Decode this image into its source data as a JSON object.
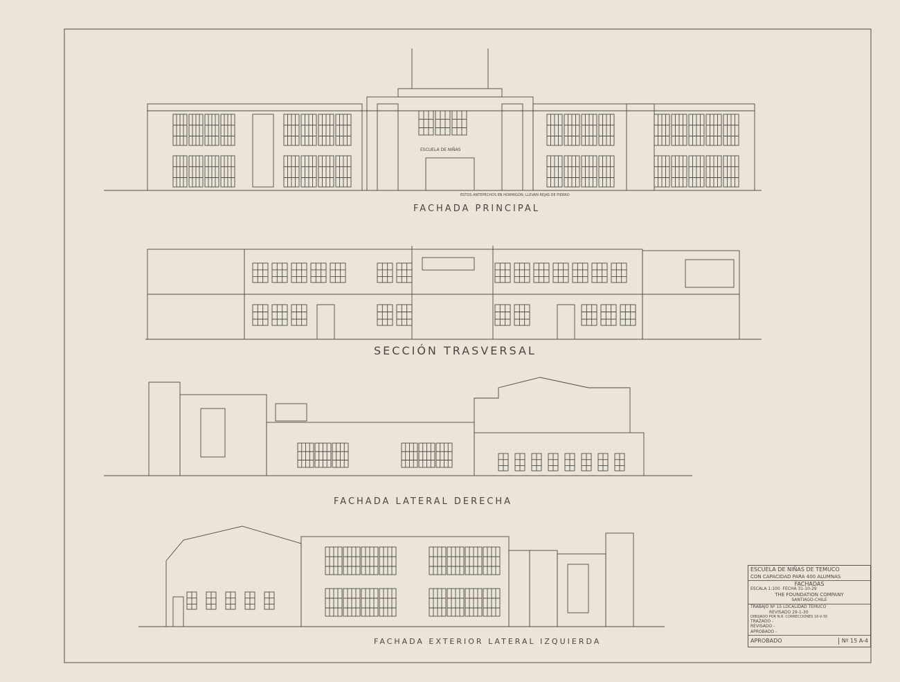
{
  "drawings": {
    "principal": {
      "title": "Fachada Principal",
      "sign": "Escuela de Niñas",
      "note": "Estos antepechos en hormigón; llevan rejas de fierro"
    },
    "seccion": {
      "title": "Sección Trasversal"
    },
    "lateral_derecha": {
      "title": "Fachada Lateral Derecha"
    },
    "lateral_izquierda": {
      "title": "Fachada Exterior Lateral Izquierda"
    }
  },
  "title_block": {
    "school": "Escuela de Niñas de Temuco",
    "capacity": "Con capacidad para 400 alumnas",
    "sheet": "Fachadas",
    "scale": "Escala 1:100",
    "date": "Fecha 31-10-29",
    "company": "The Foundation Company",
    "city": "Santiago-Chile",
    "job": "Trabajo Nº 15   Localidad Temuco",
    "revised": "Revisado 29-1-30",
    "drawn": "Dibujado por N.R.  Correcciones 16-V-30",
    "traced": "Trazado -",
    "reviewed": "Revisado -",
    "approved_by": "Aprobado -",
    "approved": "Aprobado",
    "number": "Nº 15 A-4"
  },
  "colors": {
    "paper": "#ebe5d9",
    "ink": "#4a4540"
  }
}
